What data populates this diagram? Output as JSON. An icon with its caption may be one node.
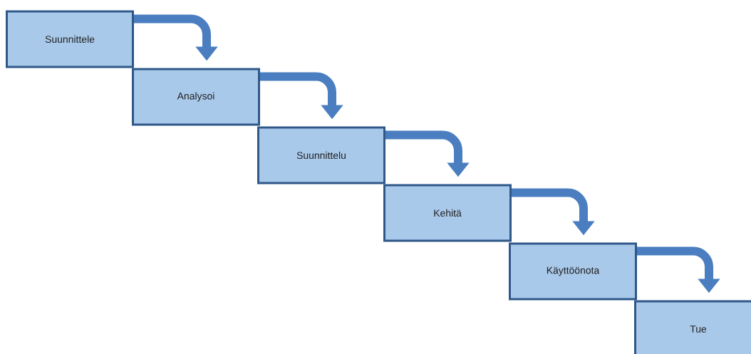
{
  "diagram": {
    "nodes": [
      {
        "text": [
          "Suunnittele"
        ]
      },
      {
        "text": [
          "Analysoi"
        ]
      },
      {
        "text": [
          "Suunnittelu"
        ]
      },
      {
        "text": [
          "Kehitä"
        ]
      },
      {
        "text": [
          "Käyttöönota"
        ]
      },
      {
        "text": [
          "Tue"
        ]
      }
    ],
    "edges": [
      {
        "from": 0,
        "to": 1,
        "arrow": "to"
      },
      {
        "from": 1,
        "to": 2,
        "arrow": "to"
      },
      {
        "from": 2,
        "to": 3,
        "arrow": "to"
      },
      {
        "from": 3,
        "to": 4,
        "arrow": "to"
      },
      {
        "from": 4,
        "to": 5,
        "arrow": "to"
      }
    ]
  }
}
